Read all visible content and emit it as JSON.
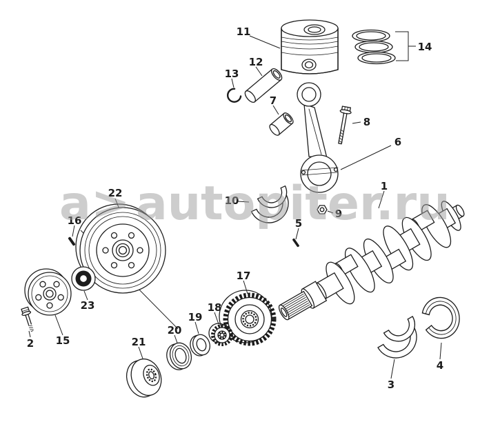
{
  "colors": {
    "background": "#ffffff",
    "line": "#1c1c1c",
    "watermark": "#9c9c9c"
  },
  "watermark": {
    "logo": "a>",
    "text": "autopiter.ru"
  },
  "callouts": [
    "1",
    "2",
    "3",
    "4",
    "5",
    "6",
    "7",
    "8",
    "9",
    "10",
    "11",
    "12",
    "13",
    "14",
    "15",
    "16",
    "17",
    "18",
    "19",
    "20",
    "21",
    "22",
    "23"
  ]
}
